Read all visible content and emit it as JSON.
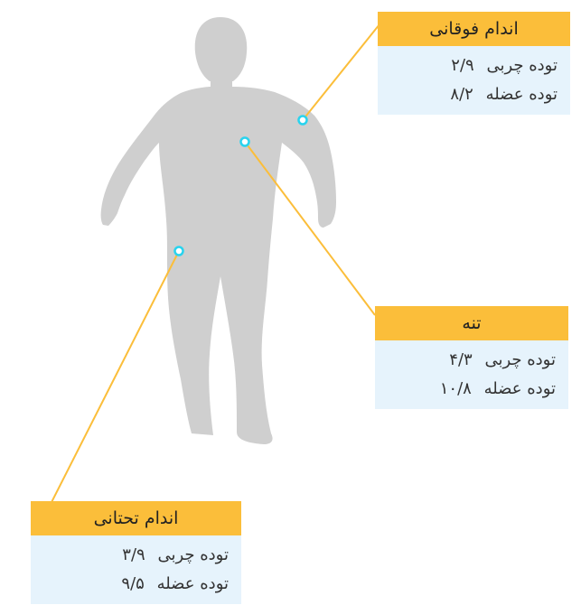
{
  "colors": {
    "silhouette": "#cfcfcf",
    "accent": "#fbbe3a",
    "panel": "#e6f3fc",
    "marker": "#29d3ee"
  },
  "callouts": {
    "upper_limbs": {
      "title": "اندام فوقانی",
      "fat_label": "توده چربی",
      "fat_value": "۲/۹",
      "muscle_label": "توده عضله",
      "muscle_value": "۸/۲"
    },
    "trunk": {
      "title": "تنه",
      "fat_label": "توده چربی",
      "fat_value": "۴/۳",
      "muscle_label": "توده عضله",
      "muscle_value": "۱۰/۸"
    },
    "lower_limbs": {
      "title": "اندام تحتانی",
      "fat_label": "توده چربی",
      "fat_value": "۳/۹",
      "muscle_label": "توده عضله",
      "muscle_value": "۹/۵"
    }
  }
}
